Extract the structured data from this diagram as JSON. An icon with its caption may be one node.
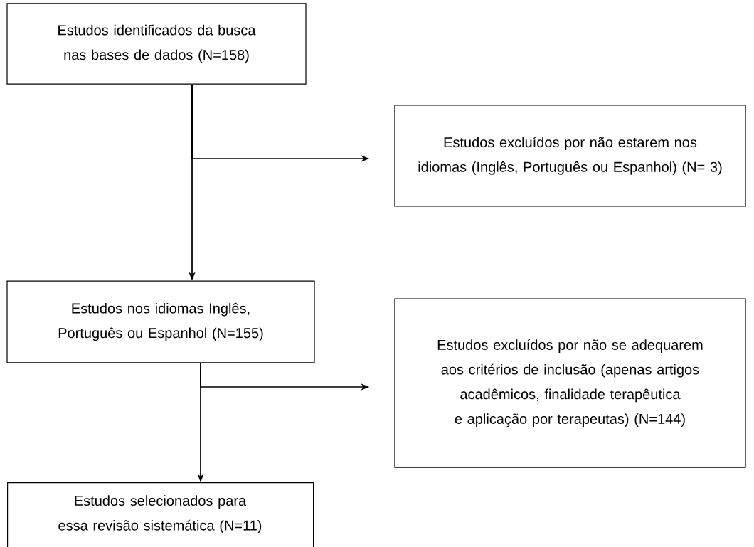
{
  "diagram": {
    "nodes": [
      {
        "text": [
          "Estudos identificados da busca nas bases de dados (N=158)"
        ]
      },
      {
        "text": [
          "Estudos excluídos por não estarem nos idiomas (Inglês, Português ou Espanhol) (N= 3)"
        ]
      },
      {
        "text": [
          "Estudos nos idiomas Inglês, Português ou Espanhol (N=155)"
        ]
      },
      {
        "text": [
          "Estudos excluídos por não se adequarem aos critérios de inclusão (apenas artigos acadêmicos, finalidade terapêutica e aplicação por terapeutas) (N=144)"
        ]
      },
      {
        "text": [
          "Estudos selecionados para essa revisão sistemática (N=11)"
        ]
      }
    ],
    "edges": [
      {
        "from": 0,
        "to": 2,
        "arrow": "to"
      },
      {
        "from": 0,
        "to": 1,
        "arrow": "to"
      },
      {
        "from": 2,
        "to": 4,
        "arrow": "to"
      },
      {
        "from": 2,
        "to": 3,
        "arrow": "to"
      }
    ]
  }
}
